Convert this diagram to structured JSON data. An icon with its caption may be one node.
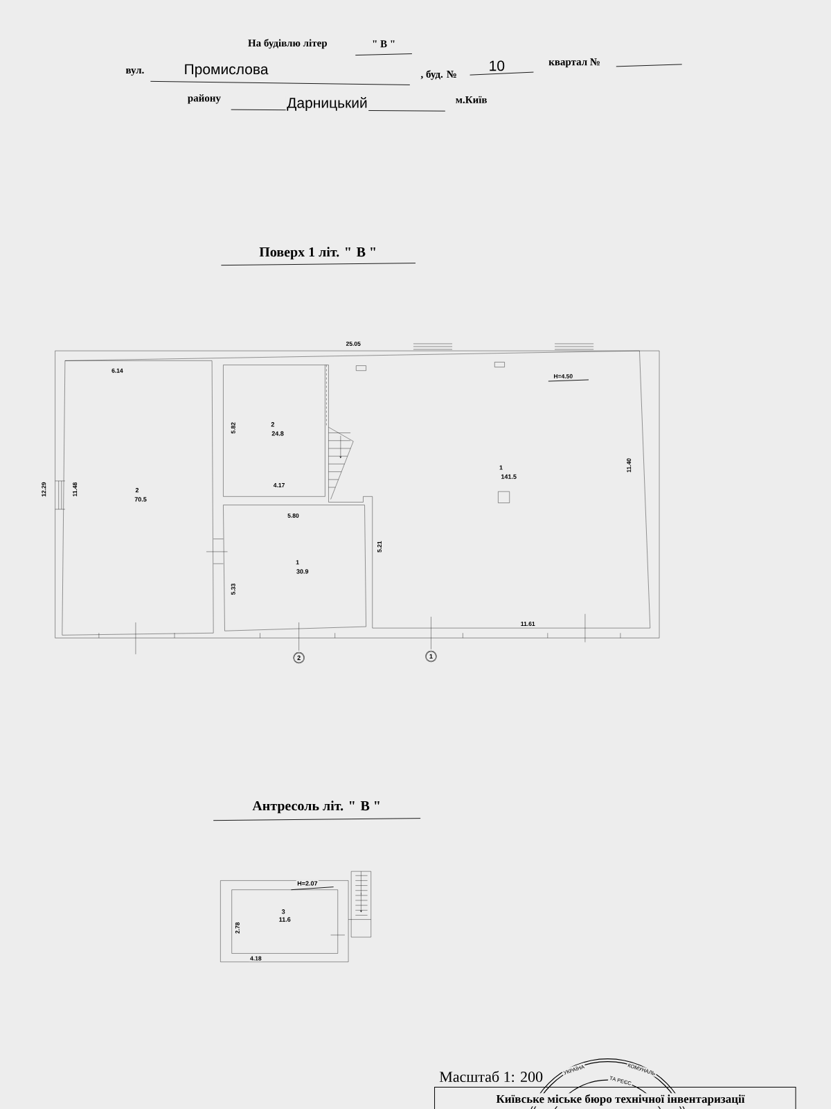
{
  "diagram": {
    "labels": [
      "На будівлю літер",
      "\" В \"",
      "вул.",
      "Промислова",
      ", буд. №",
      "10",
      "квартал №",
      "району",
      "Дарницький",
      "м.Київ",
      "Поверх 1 літ. \" В \"",
      "25.05",
      "6.14",
      "H=4.50",
      "5.82",
      "2",
      "24.8",
      "12.29",
      "11.48",
      "2",
      "70.5",
      "4.17",
      "1",
      "141.5",
      "11.40",
      "5.80",
      "5.21",
      "1",
      "30.9",
      "5.33",
      "11.61",
      "2",
      "1",
      "Антресоль літ. \" В \"",
      "H=2.07",
      "2.78",
      "3",
      "11.6",
      "4.18",
      "Масштаб 1: 200",
      "Київське міське бюро технічної інвентаризації",
      "УКРАЇНА",
      "КОМУНАЛЬ",
      "ТА РЕЄС"
    ]
  }
}
